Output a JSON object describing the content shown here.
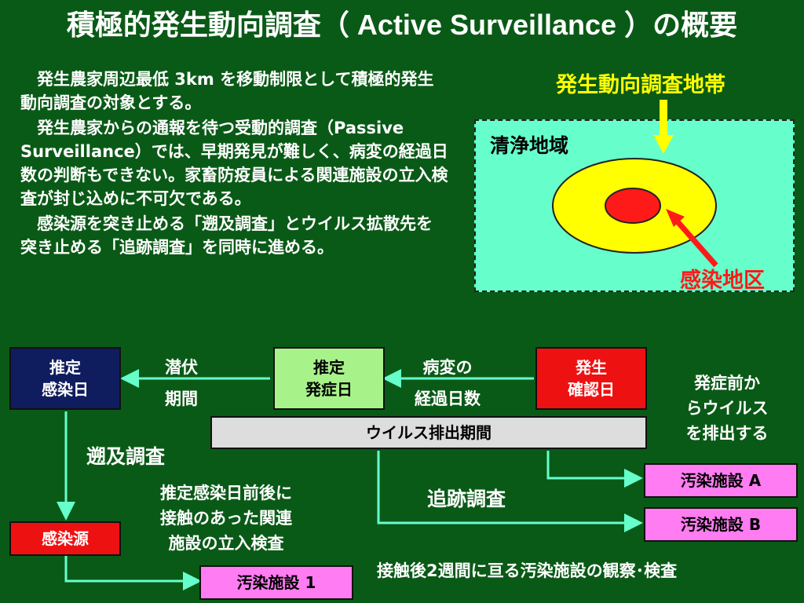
{
  "title": {
    "prefix": "積極的発生動向調査（",
    "english": " Active Surveillance ",
    "suffix": "）の概要"
  },
  "intro": {
    "paragraphs": [
      "　発生農家周辺最低 3km を移動制限として積極的発生動向調査の対象とする。",
      "　発生農家からの通報を待つ受動的調査（Passive Surveillance）では、早期発見が難しく、病変の経過日数の判断もできない。家畜防疫員による関連施設の立入検査が封じ込めに不可欠である。",
      "　感染源を突き止める「遡及調査」とウイルス拡散先を突き止める「追跡調査」を同時に進める。"
    ]
  },
  "zone_map": {
    "surveillance_zone_label": "発生動向調査地帯",
    "clean_area_label": "清浄地域",
    "infected_area_label": "感染地区"
  },
  "timeline": {
    "estimated_infection_date": "推定\n感染日",
    "estimated_onset_date": "推定\n発症日",
    "outbreak_confirmation_date": "発生\n確認日",
    "incubation_period": "潜伏\n期間",
    "lesion_elapsed_days": "病変の\n経過日数",
    "viral_shedding_period": "ウイルス排出期間",
    "shedding_note": "発症前か\nらウイルス\nを排出する"
  },
  "traceback": {
    "heading": "遡及調査",
    "description": "推定感染日前後に\n接触のあった関連\n施設の立入検査",
    "source_label": "感染源",
    "facility_1": "汚染施設 1"
  },
  "traceforward": {
    "heading": "追跡調査",
    "facility_a": "汚染施設 A",
    "facility_b": "汚染施設 B",
    "note": "接触後2週間に亘る汚染施設の観察･検査"
  },
  "colors": {
    "background": "#0a5a17",
    "arrow": "#66ffcc",
    "clean_area": "#66ffcc",
    "surveillance_zone": "#ffff00",
    "infected_area": "#ff1a1a",
    "navy_box": "#0f1d5e",
    "contaminated_box": "#ff7cf2"
  }
}
